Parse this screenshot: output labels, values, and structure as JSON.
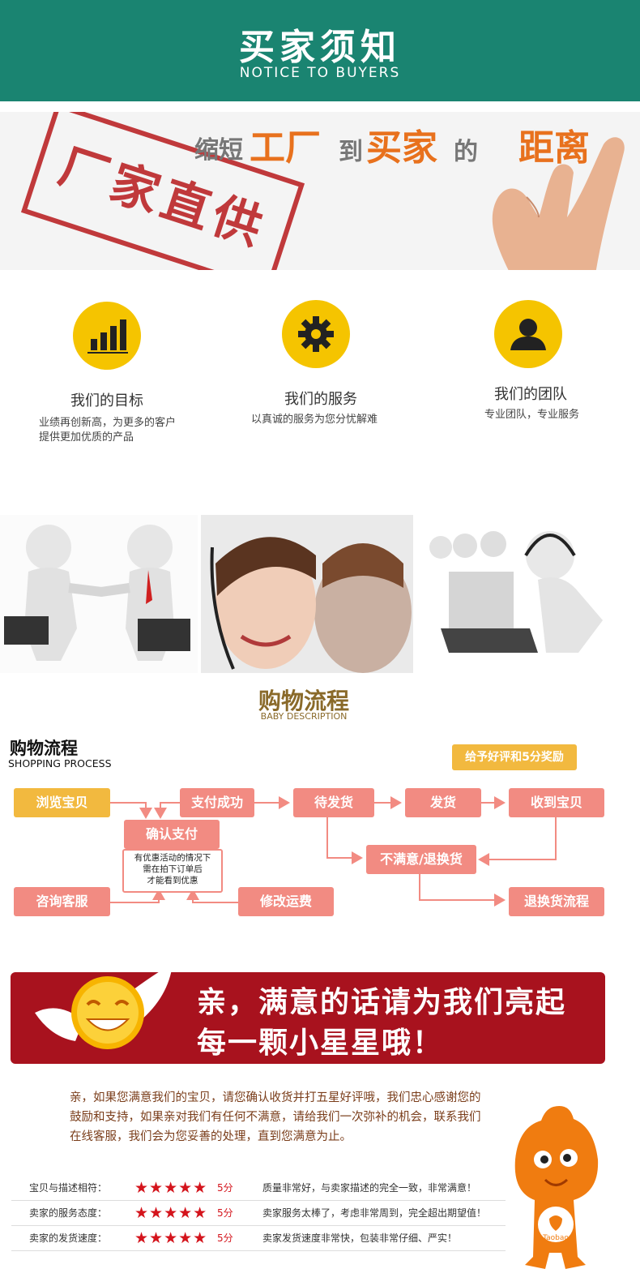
{
  "header": {
    "title": "买家须知",
    "subtitle": "NOTICE TO BUYERS"
  },
  "banner": {
    "stamp_text": "厂家直供",
    "slogan": {
      "p1": "缩短",
      "p2": "工厂",
      "p3": "到",
      "p4": "买家",
      "p5": "的",
      "p6": "距离"
    }
  },
  "features": [
    {
      "title": "我们的目标",
      "desc1": "业绩再创新高，为更多的客户",
      "desc2": "提供更加优质的产品"
    },
    {
      "title": "我们的服务",
      "desc1": "以真诚的服务为您分忧解难",
      "desc2": ""
    },
    {
      "title": "我们的团队",
      "desc1": "专业团队，专业服务",
      "desc2": ""
    }
  ],
  "shopping": {
    "center_title": "购物流程",
    "center_subtitle": "BABY DESCRIPTION",
    "title": "购物流程",
    "subtitle": "SHOPPING PROCESS",
    "reward": "给予好评和5分奖励",
    "steps": {
      "browse": "浏览宝贝",
      "paid": "支付成功",
      "await": "待发货",
      "ship": "发货",
      "received": "收到宝贝",
      "confirm": "确认支付",
      "note1": "有优惠活动的情况下",
      "note2": "需在拍下订单后",
      "note3": "才能看到优惠",
      "unhappy": "不满意/退换货",
      "consult": "咨询客服",
      "modify": "修改运费",
      "return_flow": "退换货流程"
    }
  },
  "praise": {
    "line1": "亲，满意的话请为我们亮起",
    "line2": "每一颗小星星哦！",
    "para": "亲，如果您满意我们的宝贝，请您确认收货并打五星好评哦，我们忠心感谢您的鼓励和支持，如果亲对我们有任何不满意，请给我们一次弥补的机会，联系我们在线客服，我们会为您妥善的处理，直到您满意为止。"
  },
  "ratings": [
    {
      "label": "宝贝与描述相符：",
      "stars": "★★★★★",
      "score": "5分",
      "comment": "质量非常好，与卖家描述的完全一致，非常满意！"
    },
    {
      "label": "卖家的服务态度：",
      "stars": "★★★★★",
      "score": "5分",
      "comment": "卖家服务太棒了，考虑非常周到，完全超出期望值！"
    },
    {
      "label": "卖家的发货速度：",
      "stars": "★★★★★",
      "score": "5分",
      "comment": "卖家发货速度非常快，包装非常仔细、严实！"
    }
  ],
  "mascot_text": "Taobao",
  "colors": {
    "header_green": "#1a8471",
    "flow_pink": "#f28b82",
    "flow_yellow": "#f2b93f",
    "banner_red": "#a8121e",
    "icon_yellow": "#f5c400"
  }
}
